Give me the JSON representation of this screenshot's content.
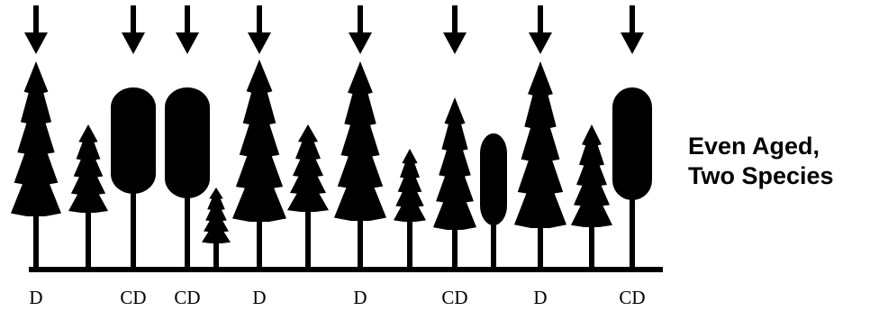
{
  "title": {
    "line1": "Even Aged,",
    "line2": "Two Species"
  },
  "colors": {
    "ink": "#000000",
    "background": "#ffffff"
  },
  "trees": [
    {
      "species": "conifer",
      "size": "tall",
      "label": "D",
      "arrow": true
    },
    {
      "species": "conifer",
      "size": "medium",
      "label": "",
      "arrow": false
    },
    {
      "species": "columnar",
      "size": "tall",
      "label": "CD",
      "arrow": true
    },
    {
      "species": "columnar",
      "size": "tall",
      "label": "CD",
      "arrow": true
    },
    {
      "species": "conifer",
      "size": "small",
      "label": "",
      "arrow": false
    },
    {
      "species": "conifer",
      "size": "tall",
      "label": "D",
      "arrow": true
    },
    {
      "species": "conifer",
      "size": "medium",
      "label": "",
      "arrow": false
    },
    {
      "species": "conifer",
      "size": "tall",
      "label": "D",
      "arrow": true
    },
    {
      "species": "conifer",
      "size": "medium",
      "label": "",
      "arrow": false
    },
    {
      "species": "conifer",
      "size": "tall",
      "label": "CD",
      "arrow": true
    },
    {
      "species": "columnar",
      "size": "medium",
      "label": "",
      "arrow": false
    },
    {
      "species": "conifer",
      "size": "tall",
      "label": "D",
      "arrow": true
    },
    {
      "species": "conifer",
      "size": "medium",
      "label": "",
      "arrow": false
    },
    {
      "species": "columnar",
      "size": "tall",
      "label": "CD",
      "arrow": true
    }
  ]
}
